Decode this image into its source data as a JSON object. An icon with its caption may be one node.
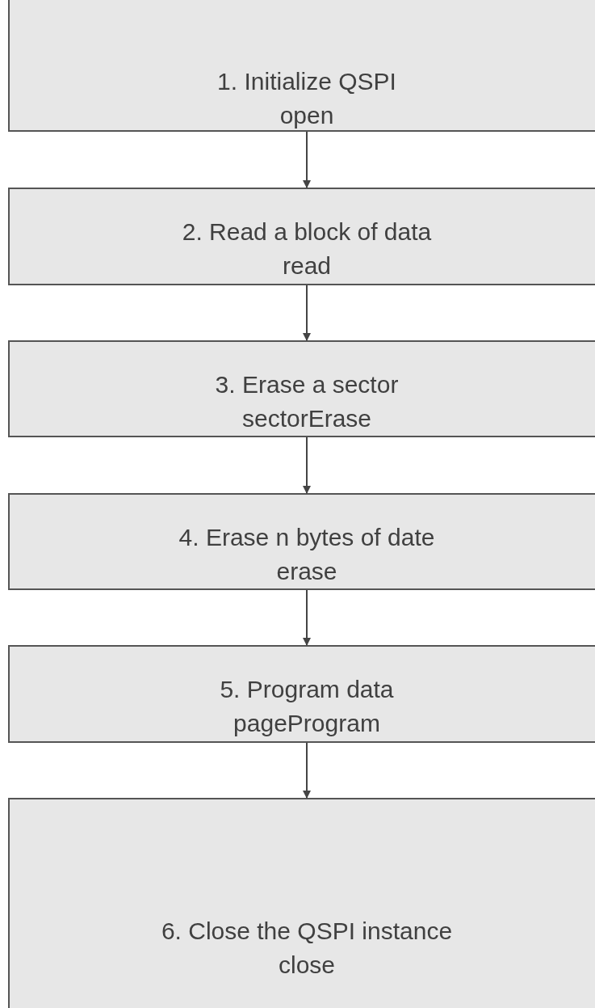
{
  "diagram": {
    "nodes": [
      {
        "text": [
          "1. Initialize QSPI",
          "open"
        ]
      },
      {
        "text": [
          "2. Read a block of data",
          "read"
        ]
      },
      {
        "text": [
          "3. Erase a sector",
          "sectorErase"
        ]
      },
      {
        "text": [
          "4. Erase n bytes of date",
          "erase"
        ]
      },
      {
        "text": [
          "5. Program data",
          "pageProgram"
        ]
      },
      {
        "text": [
          "6. Close the QSPI instance",
          "close"
        ]
      }
    ],
    "edges": [
      {
        "from": 0,
        "to": 1,
        "arrow": "to"
      },
      {
        "from": 1,
        "to": 2,
        "arrow": "to"
      },
      {
        "from": 2,
        "to": 3,
        "arrow": "to"
      },
      {
        "from": 3,
        "to": 4,
        "arrow": "to"
      },
      {
        "from": 4,
        "to": 5,
        "arrow": "to"
      }
    ]
  }
}
